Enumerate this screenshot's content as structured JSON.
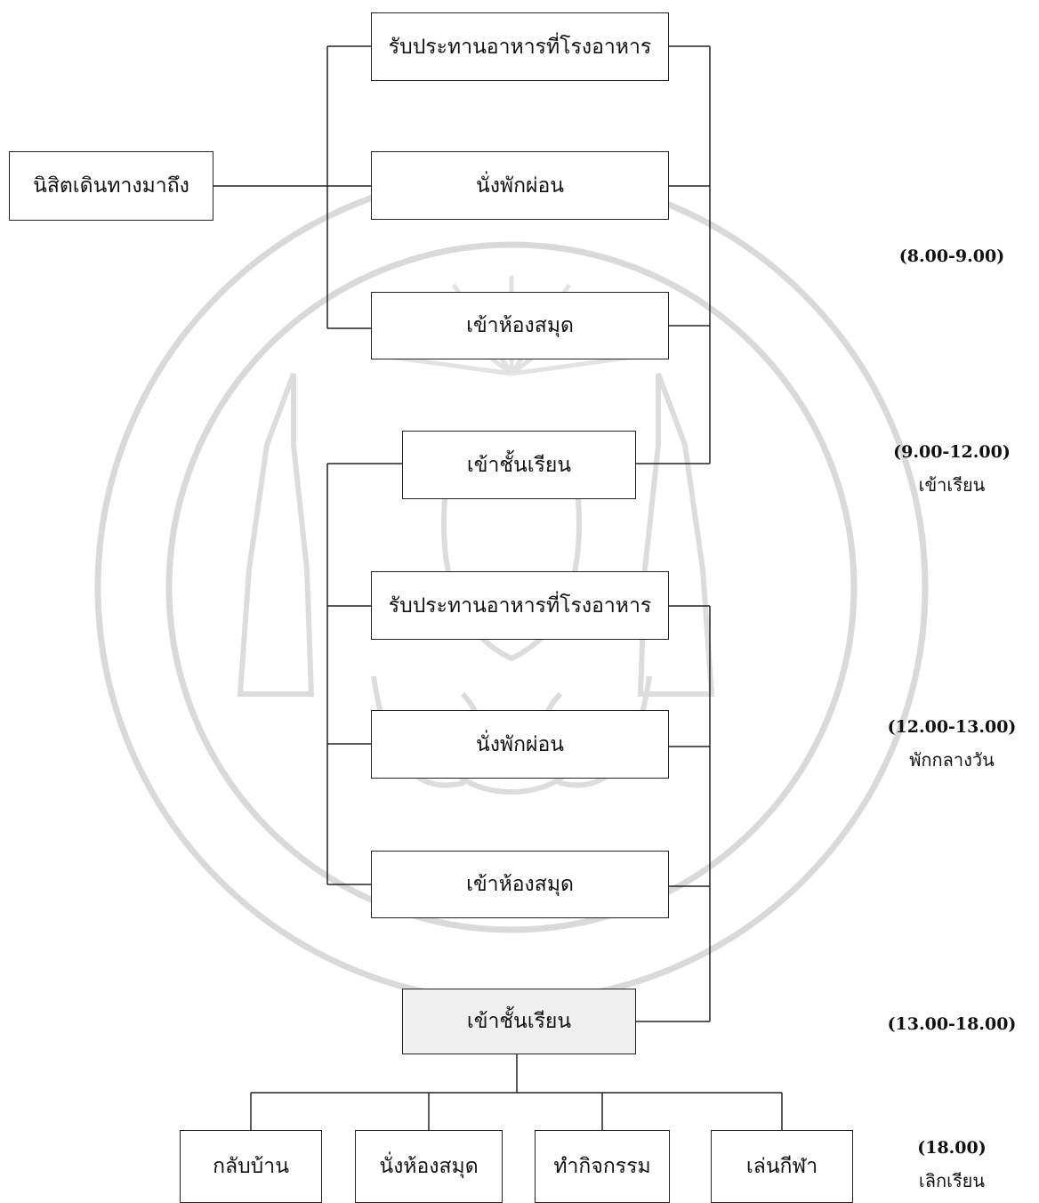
{
  "diagram": {
    "start": "นิสิตเดินทางมาถึง",
    "morning_options": [
      "รับประทานอาหารที่โรงอาหาร",
      "นั่งพักผ่อน",
      "เข้าห้องสมุด"
    ],
    "class_morning": "เข้าชั้นเรียน",
    "noon_options": [
      "รับประทานอาหารที่โรงอาหาร",
      "นั่งพักผ่อน",
      "เข้าห้องสมุด"
    ],
    "class_afternoon": "เข้าชั้นเรียน",
    "evening_options": [
      "กลับบ้าน",
      "นั่งห้องสมุด",
      "ทำกิจกรรม",
      "เล่นกีฬา"
    ]
  },
  "times": [
    {
      "time": "(8.00-9.00)",
      "label": ""
    },
    {
      "time": "(9.00-12.00)",
      "label": "เข้าเรียน"
    },
    {
      "time": "(12.00-13.00)",
      "label": "พักกลางวัน"
    },
    {
      "time": "(13.00-18.00)",
      "label": ""
    },
    {
      "time": "(18.00)",
      "label": "เลิกเรียน"
    }
  ]
}
